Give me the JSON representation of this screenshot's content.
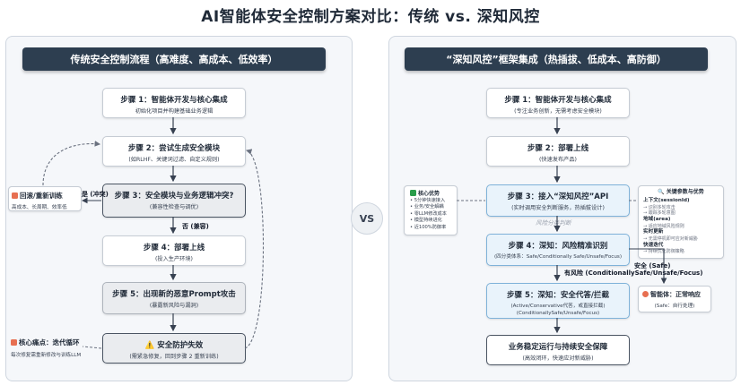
{
  "title": "AI智能体安全控制方案对比：传统 vs. 深知风控",
  "vs_label": "VS",
  "left": {
    "header": "传统安全控制流程（高难度、高成本、低效率）",
    "steps": [
      {
        "title": "步骤 1：智能体开发与核心集成",
        "sub": "初始化项目并构建基础业务逻辑"
      },
      {
        "title": "步骤 2：尝试生成安全模块",
        "sub": "(如RLHF、关键词过滤、自定义规则)"
      },
      {
        "title": "步骤 3：安全模块与业务逻辑冲突?",
        "sub": "(兼容性检查与调优)"
      },
      {
        "title": "步骤 4：部署上线",
        "sub": "(投入生产环境)"
      },
      {
        "title": "步骤 5：出现新的恶意Prompt攻击",
        "sub": "(暴露新风险与漏洞)"
      },
      {
        "title": "⚠️ 安全防护失效",
        "sub": "(需紧急修复，回到步骤 2 重新训练)"
      }
    ],
    "rework": {
      "title": "回滚/重新训练",
      "sub": "高成本、长周期、效率低"
    },
    "conflict_label": "是 (冲突)",
    "no_conflict_label": "否 (兼容)",
    "pain": {
      "title": "核心痛点：迭代循环",
      "sub": "每次修复需重新修改与训练LLM"
    }
  },
  "right": {
    "header": "“深知风控”框架集成（热插拔、低成本、高防御）",
    "steps": [
      {
        "title": "步骤 1：智能体开发与核心集成",
        "sub": "(专注业务创新，无需考虑安全模块)"
      },
      {
        "title": "步骤 2：部署上线",
        "sub": "(快速发布产品)"
      },
      {
        "title": "步骤 3：接入“深知风控”API",
        "sub": "(实时调用安全判断服务，热插拔设计)"
      },
      {
        "title": "步骤 4：深知：风险精准识别",
        "sub": "(四分类体系：Safe/Conditionally Safe/Unsafe/Focus)"
      },
      {
        "title": "步骤 5：深知：安全代答/拦截",
        "sub": "(Active/Conservative代答，或直接拦截)",
        "sub2": "(ConditionallySafe/Unsafe/Focus)"
      },
      {
        "title": "业务稳定运行与持续安全保障",
        "sub": "(高效闭环，快速应对新威胁)"
      }
    ],
    "advantages": {
      "title": "核心优势",
      "items": [
        "• 5分钟快速接入",
        "• 业务/安全解耦",
        "• 零LLM修改成本",
        "• 模型持续进化",
        "• 近100%防御率"
      ]
    },
    "key_params": {
      "title": "关键参数与优势",
      "groups": [
        {
          "head": "上下文(sessionId)",
          "items": [
            "→ 识别多轮攻击",
            "→ 跟踪多轮意图"
          ]
        },
        {
          "head": "地域(area)",
          "items": [
            "→ 适应地域风险规则"
          ]
        },
        {
          "head": "实时更新",
          "items": [
            "→ 无需停机即可应对新威胁"
          ]
        },
        {
          "head": "快速迭代",
          "items": [
            "→ 持续优化防御策略"
          ]
        }
      ]
    },
    "agent": {
      "title": "智能体：正常响应",
      "sub": "(Safe：自行处理)"
    },
    "judge_label": "风险分类判断",
    "risky_label": "有风险 (ConditionallySafe/Unsafe/Focus)",
    "safe_label": "安全 (Safe)"
  }
}
